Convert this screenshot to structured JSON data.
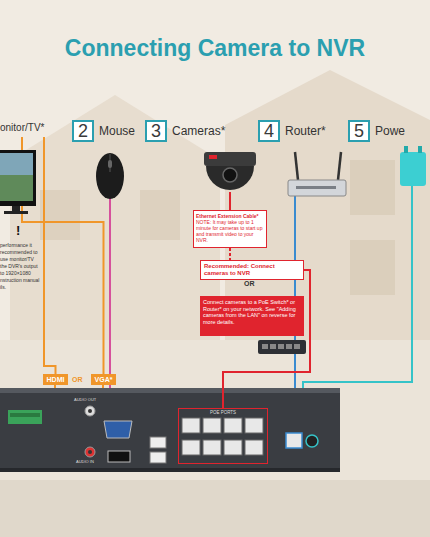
{
  "diagram": {
    "title": "Connecting Camera to NVR",
    "nodes": [
      {
        "text": [
          "onitor/TV*"
        ]
      },
      {
        "text": [
          "2",
          "Mouse"
        ]
      },
      {
        "text": [
          "3",
          "Cameras*"
        ]
      },
      {
        "text": [
          "4",
          "Router*"
        ]
      },
      {
        "text": [
          "5",
          "Powe"
        ]
      },
      {
        "text": [
          "Ethernet Extension Cable*",
          "NOTE: It may take up to 1 minute for cameras to start up and transmit video to your NVR."
        ]
      },
      {
        "text": [
          "Recommended: Connect cameras to NVR"
        ]
      },
      {
        "text": [
          "Connect cameras to a PoE Switch* or Router* on your network. See \"Adding cameras from the LAN\" on reverse for more details."
        ]
      },
      {
        "text": [
          "POE PORTS"
        ]
      },
      {
        "text": [
          "HDMI"
        ]
      },
      {
        "text": [
          "VGA*"
        ]
      }
    ],
    "edges": [
      {
        "from": 0,
        "to": 9,
        "arrow": "none"
      },
      {
        "from": 0,
        "to": 10,
        "arrow": "none"
      },
      {
        "from": 5,
        "to": 6,
        "arrow": "none"
      },
      {
        "from": 6,
        "to": 8,
        "arrow": "none"
      }
    ],
    "labels": [
      "!",
      "performance it recommended to use monitor/TV the DVR's output to 1920×1080 nstruction manual ils.",
      "OR",
      "OR",
      "AUDIO OUT",
      "AUDIO IN"
    ]
  }
}
